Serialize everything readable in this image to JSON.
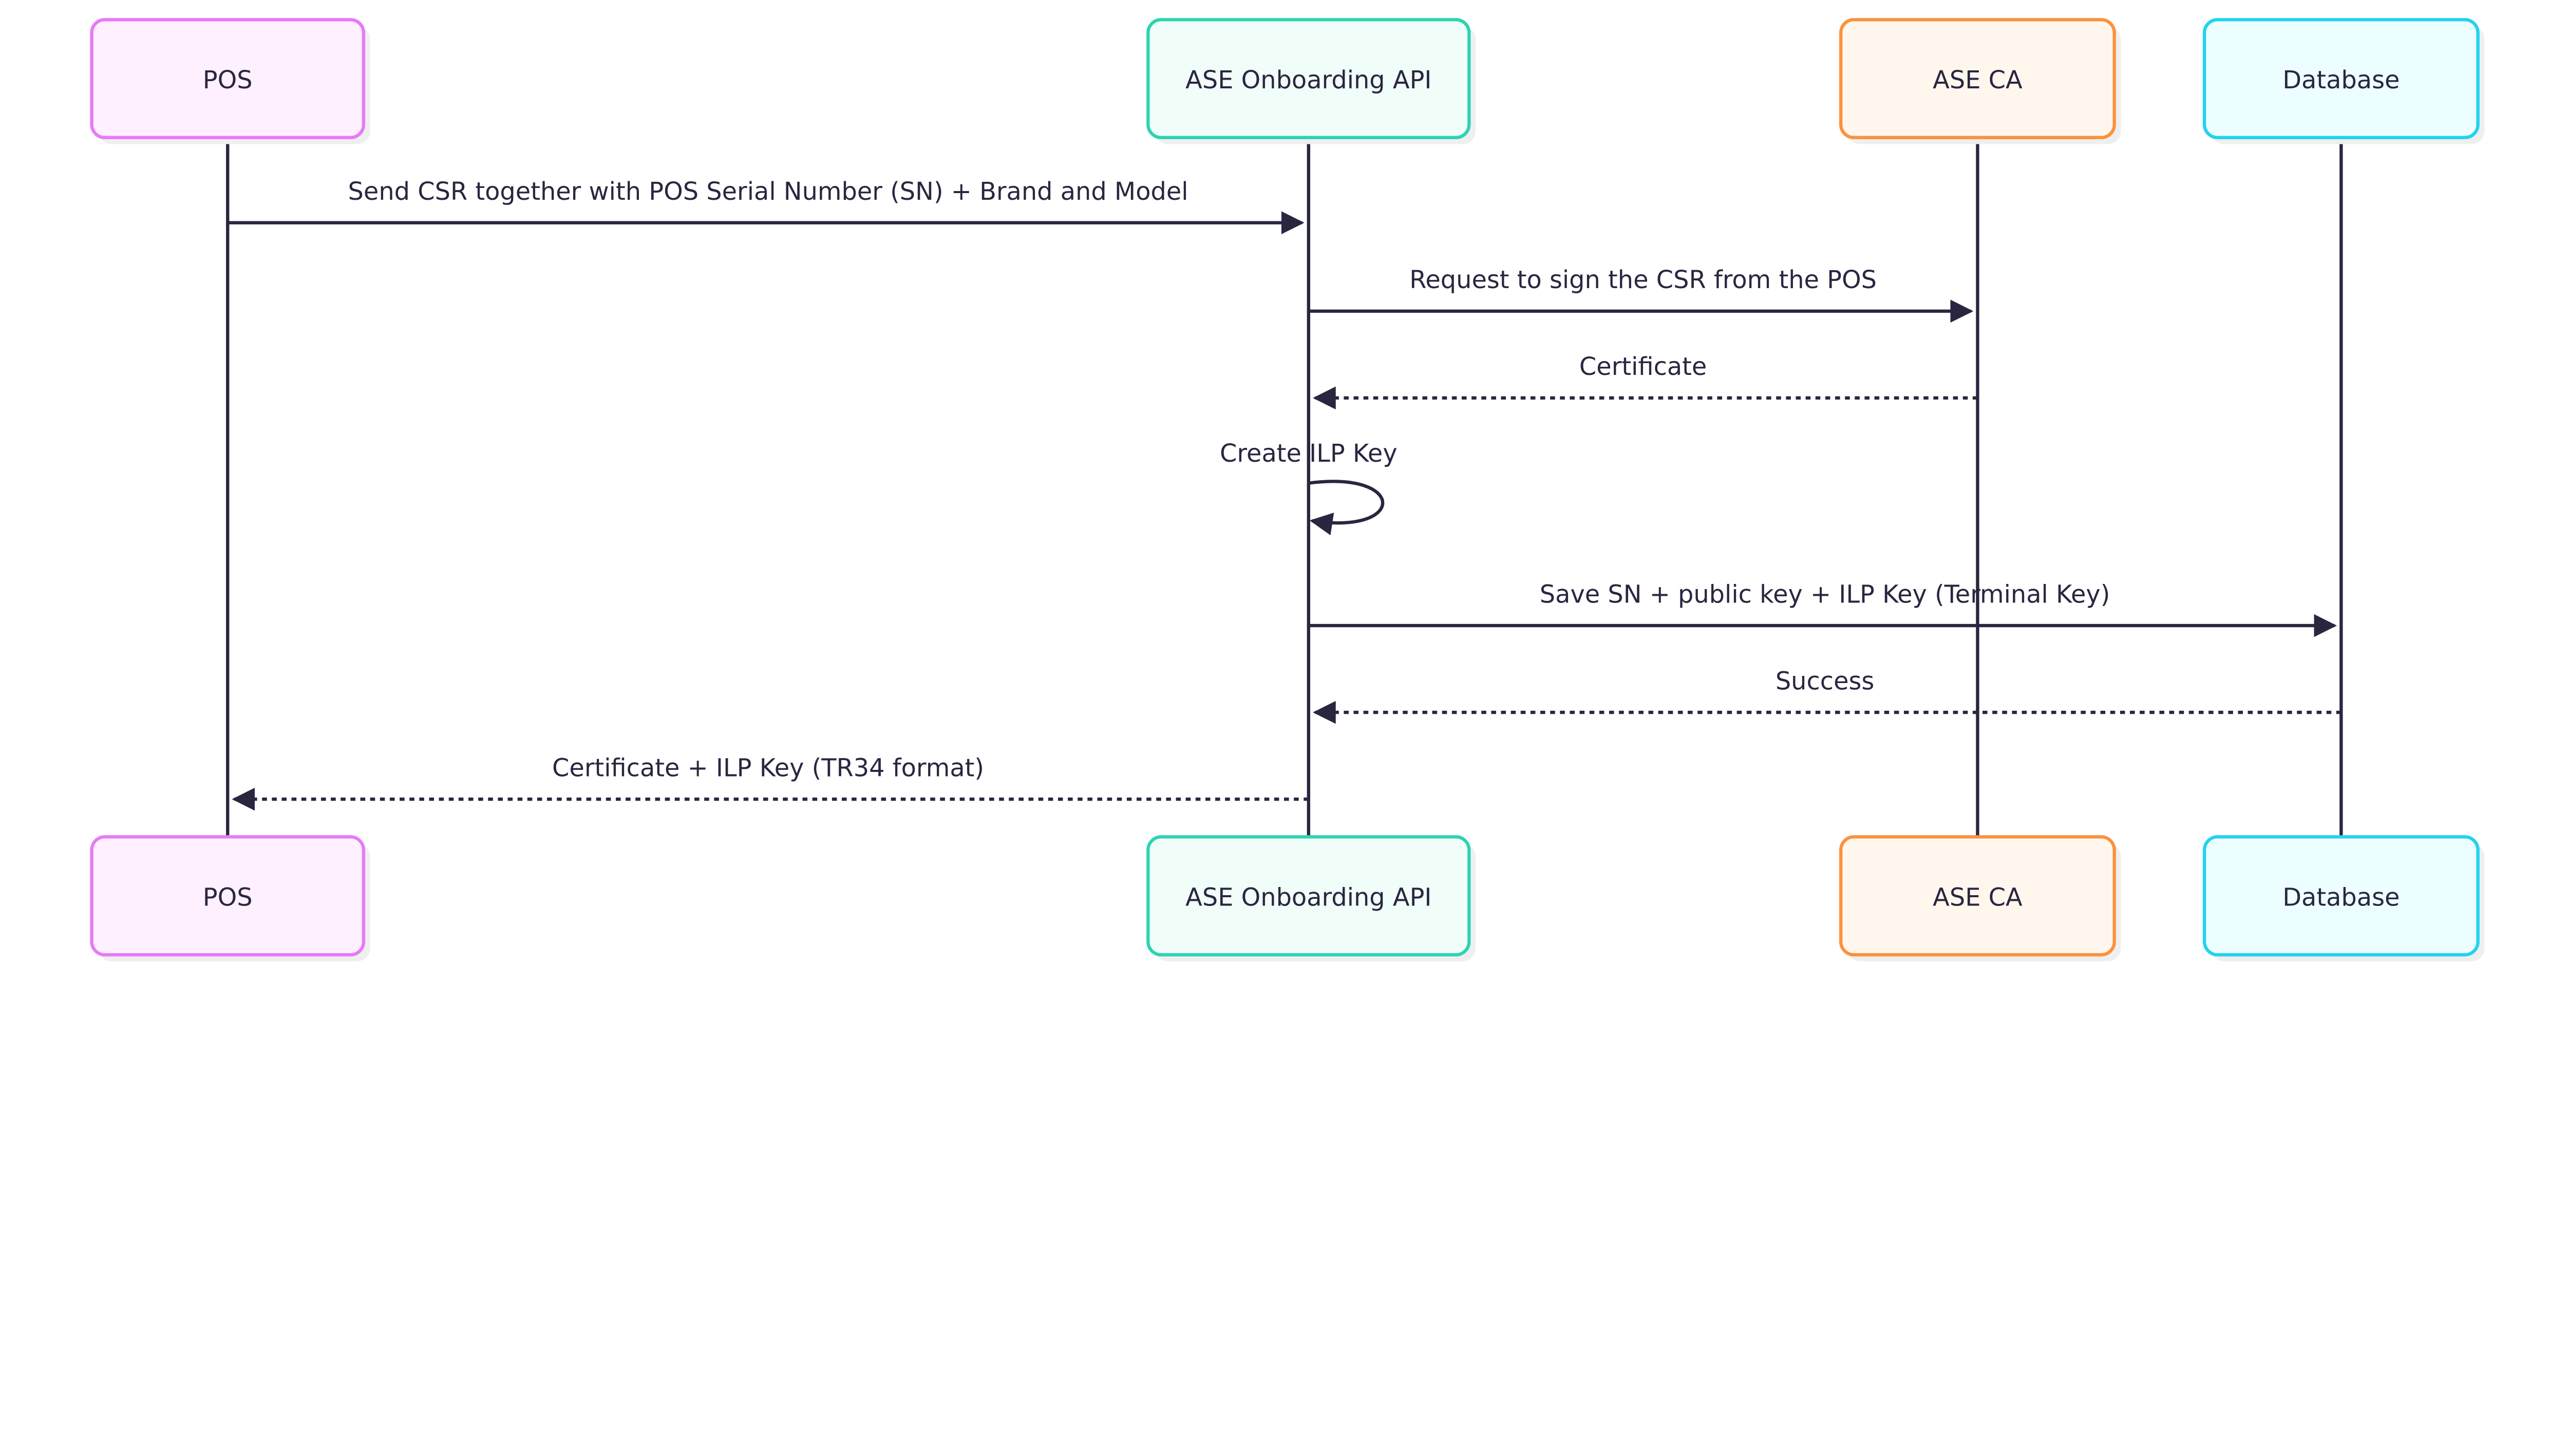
{
  "diagram": {
    "type": "sequence",
    "line_color": "#2a2640",
    "participants": [
      {
        "id": "pos",
        "label": "POS",
        "stroke": "#e879f9",
        "fill": "#fef0fe"
      },
      {
        "id": "api",
        "label": "ASE Onboarding API",
        "stroke": "#2dd4b0",
        "fill": "#f0fdf9"
      },
      {
        "id": "ca",
        "label": "ASE CA",
        "stroke": "#fb923c",
        "fill": "#fff7ed"
      },
      {
        "id": "db",
        "label": "Database",
        "stroke": "#22d3ee",
        "fill": "#ecfeff"
      }
    ],
    "messages": [
      {
        "from": "pos",
        "to": "api",
        "label": "Send CSR together with POS Serial Number (SN) + Brand and Model",
        "style": "solid"
      },
      {
        "from": "api",
        "to": "ca",
        "label": "Request to sign the CSR from the POS",
        "style": "solid"
      },
      {
        "from": "ca",
        "to": "api",
        "label": "Certificate",
        "style": "dashed"
      },
      {
        "from": "api",
        "to": "api",
        "label": "Create ILP Key",
        "style": "solid"
      },
      {
        "from": "api",
        "to": "db",
        "label": "Save SN + public key + ILP Key (Terminal Key)",
        "style": "solid"
      },
      {
        "from": "db",
        "to": "api",
        "label": "Success",
        "style": "dashed"
      },
      {
        "from": "api",
        "to": "pos",
        "label": "Certificate + ILP Key (TR34 format)",
        "style": "dashed"
      }
    ]
  }
}
